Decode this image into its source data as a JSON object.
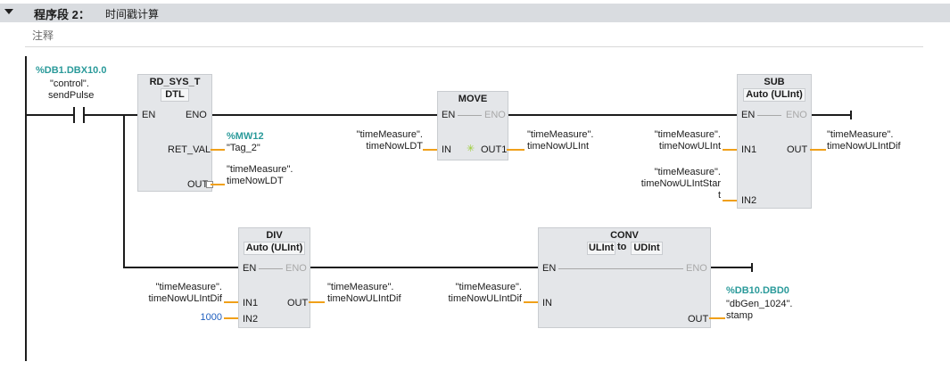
{
  "header": {
    "title": "程序段 2：",
    "subtitle": "时间戳计算"
  },
  "comment": "注释",
  "contact": {
    "address": "%DB1.DBX10.0",
    "line1": "\"control\".",
    "line2": "sendPulse"
  },
  "rd_sys_t": {
    "title": "RD_SYS_T",
    "datatype": "DTL",
    "en": "EN",
    "eno": "ENO",
    "ret_val": "RET_VAL",
    "out": "OUT",
    "ret_addr": "%MW12",
    "ret_tag": "\"Tag_2\"",
    "out_line1": "\"timeMeasure\".",
    "out_line2": "timeNowLDT"
  },
  "move": {
    "title": "MOVE",
    "en": "EN",
    "eno": "ENO",
    "in": "IN",
    "out1": "OUT1",
    "in_line1": "\"timeMeasure\".",
    "in_line2": "timeNowLDT",
    "out_line1": "\"timeMeasure\".",
    "out_line2": "timeNowULInt"
  },
  "sub": {
    "title": "SUB",
    "datatype": "Auto (ULInt)",
    "en": "EN",
    "eno": "ENO",
    "in1": "IN1",
    "in2": "IN2",
    "out": "OUT",
    "in1_line1": "\"timeMeasure\".",
    "in1_line2": "timeNowULInt",
    "in2_line1": "\"timeMeasure\".",
    "in2_line2": "timeNowULIntStar",
    "in2_line3": "t",
    "out_line1": "\"timeMeasure\".",
    "out_line2": "timeNowULIntDif"
  },
  "div": {
    "title": "DIV",
    "datatype": "Auto (ULInt)",
    "en": "EN",
    "eno": "ENO",
    "in1": "IN1",
    "in2": "IN2",
    "out": "OUT",
    "in1_line1": "\"timeMeasure\".",
    "in1_line2": "timeNowULIntDif",
    "in2_value": "1000",
    "out_line1": "\"timeMeasure\".",
    "out_line2": "timeNowULIntDif"
  },
  "conv": {
    "title": "CONV",
    "from": "ULInt",
    "to_word": "to",
    "to": "UDInt",
    "en": "EN",
    "eno": "ENO",
    "in": "IN",
    "out": "OUT",
    "in_line1": "\"timeMeasure\".",
    "in_line2": "timeNowULIntDif",
    "out_addr": "%DB10.DBD0",
    "out_line1": "\"dbGen_1024\".",
    "out_line2": "stamp"
  },
  "colors": {
    "accent_wire": "#f0a019",
    "address": "#2a9a9a",
    "constant": "#1f5fbf",
    "header_bg": "#d9dce0"
  }
}
